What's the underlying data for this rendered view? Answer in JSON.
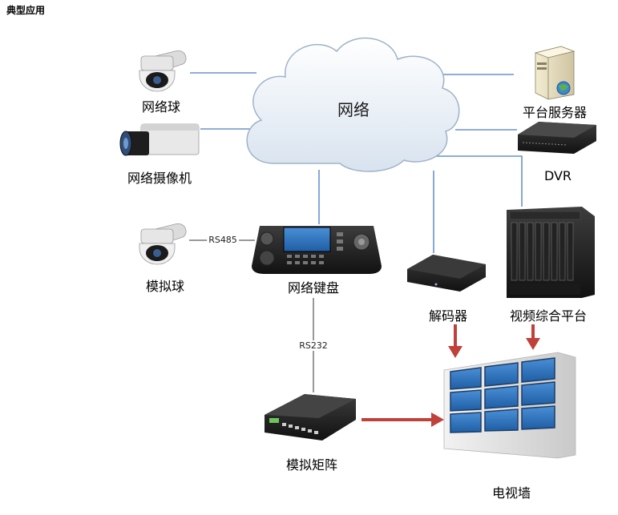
{
  "heading": "典型应用",
  "nodes": {
    "network": "网络",
    "network_dome": "网络球",
    "network_camera": "网络摄像机",
    "analog_dome": "模拟球",
    "network_keyboard": "网络键盘",
    "platform_server": "平台服务器",
    "dvr": "DVR",
    "decoder": "解码器",
    "video_platform": "视频综合平台",
    "analog_matrix": "模拟矩阵",
    "tv_wall": "电视墙"
  },
  "links": {
    "rs485": "RS485",
    "rs232": "RS232"
  },
  "colors": {
    "network_line": "#6a93c9",
    "arrow": "#c0413a"
  }
}
